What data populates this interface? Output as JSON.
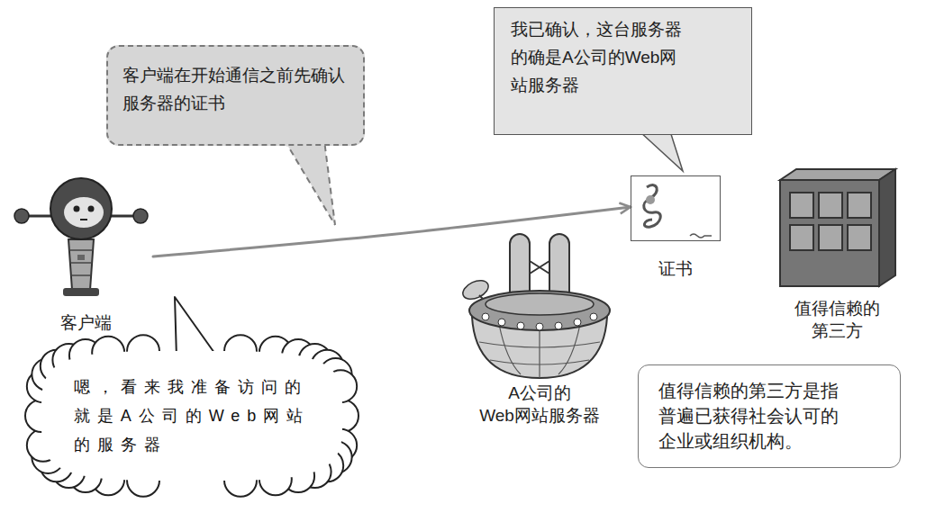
{
  "diagram": {
    "nodes": [
      {
        "text": [
          "客户端在开始通信之前先确认 服务器的证书"
        ]
      },
      {
        "text": [
          "我已确认，这台服务器 的确是A公司的Web网 站服务器"
        ]
      },
      {
        "text": [
          "客户端"
        ]
      },
      {
        "text": [
          "证书"
        ]
      },
      {
        "text": [
          "值得信赖的 第三方"
        ]
      },
      {
        "text": [
          "A公司的 Web网站服务器"
        ]
      },
      {
        "text": [
          "嗯，看来我准备访问的 就是A公司的Web网站 的服务器"
        ]
      },
      {
        "text": [
          "值得信赖的第三方是指 普遍已获得社会认可的 企业或组织机构。"
        ]
      }
    ],
    "edges": [
      {
        "from": 2,
        "to": 3,
        "arrow": "to"
      }
    ]
  }
}
